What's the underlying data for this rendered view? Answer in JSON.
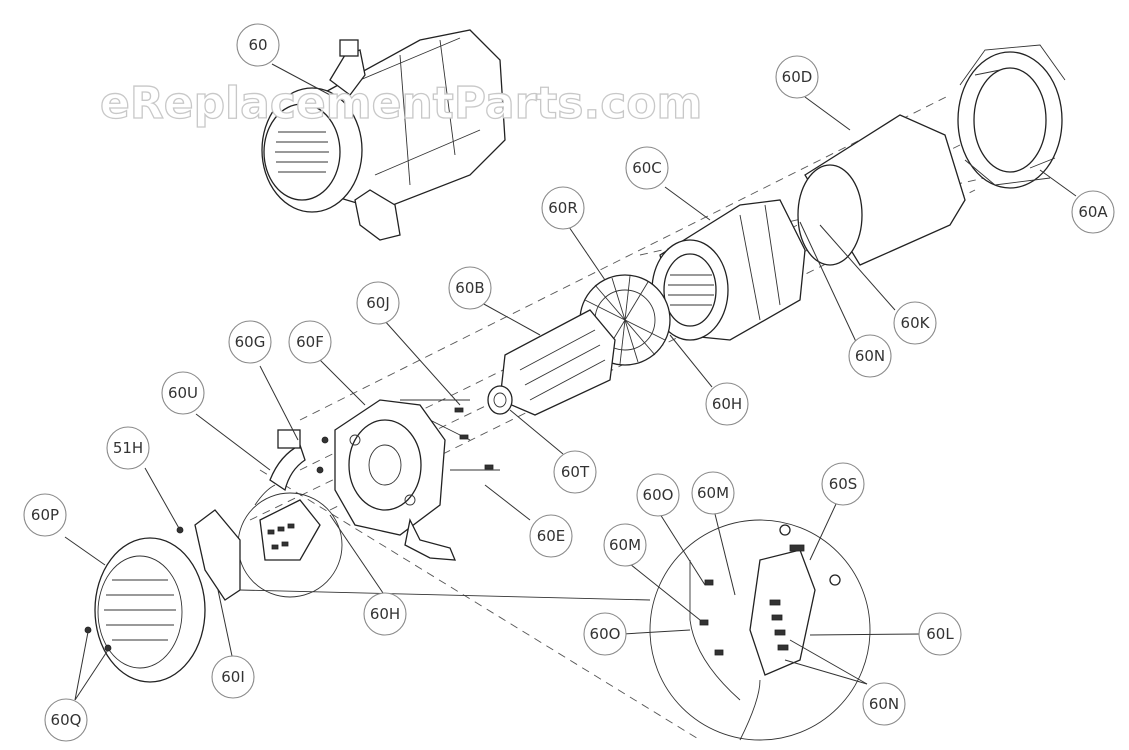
{
  "watermark": "eReplacementParts.com",
  "callouts": [
    {
      "id": "c60",
      "label": "60"
    },
    {
      "id": "c60D",
      "label": "60D"
    },
    {
      "id": "c60A",
      "label": "60A"
    },
    {
      "id": "c60C",
      "label": "60C"
    },
    {
      "id": "c60R",
      "label": "60R"
    },
    {
      "id": "c60B",
      "label": "60B"
    },
    {
      "id": "c60K",
      "label": "60K"
    },
    {
      "id": "c60N1",
      "label": "60N"
    },
    {
      "id": "c60J",
      "label": "60J"
    },
    {
      "id": "c60G",
      "label": "60G"
    },
    {
      "id": "c60F",
      "label": "60F"
    },
    {
      "id": "c60H1",
      "label": "60H"
    },
    {
      "id": "c60U",
      "label": "60U"
    },
    {
      "id": "c51H",
      "label": "51H"
    },
    {
      "id": "c60T",
      "label": "60T"
    },
    {
      "id": "c60P",
      "label": "60P"
    },
    {
      "id": "c60O1",
      "label": "60O"
    },
    {
      "id": "c60M1",
      "label": "60M"
    },
    {
      "id": "c60S",
      "label": "60S"
    },
    {
      "id": "c60E",
      "label": "60E"
    },
    {
      "id": "c60M2",
      "label": "60M"
    },
    {
      "id": "c60H2",
      "label": "60H"
    },
    {
      "id": "c60O2",
      "label": "60O"
    },
    {
      "id": "c60L",
      "label": "60L"
    },
    {
      "id": "c60I",
      "label": "60I"
    },
    {
      "id": "c60N2",
      "label": "60N"
    },
    {
      "id": "c60Q",
      "label": "60Q"
    }
  ]
}
